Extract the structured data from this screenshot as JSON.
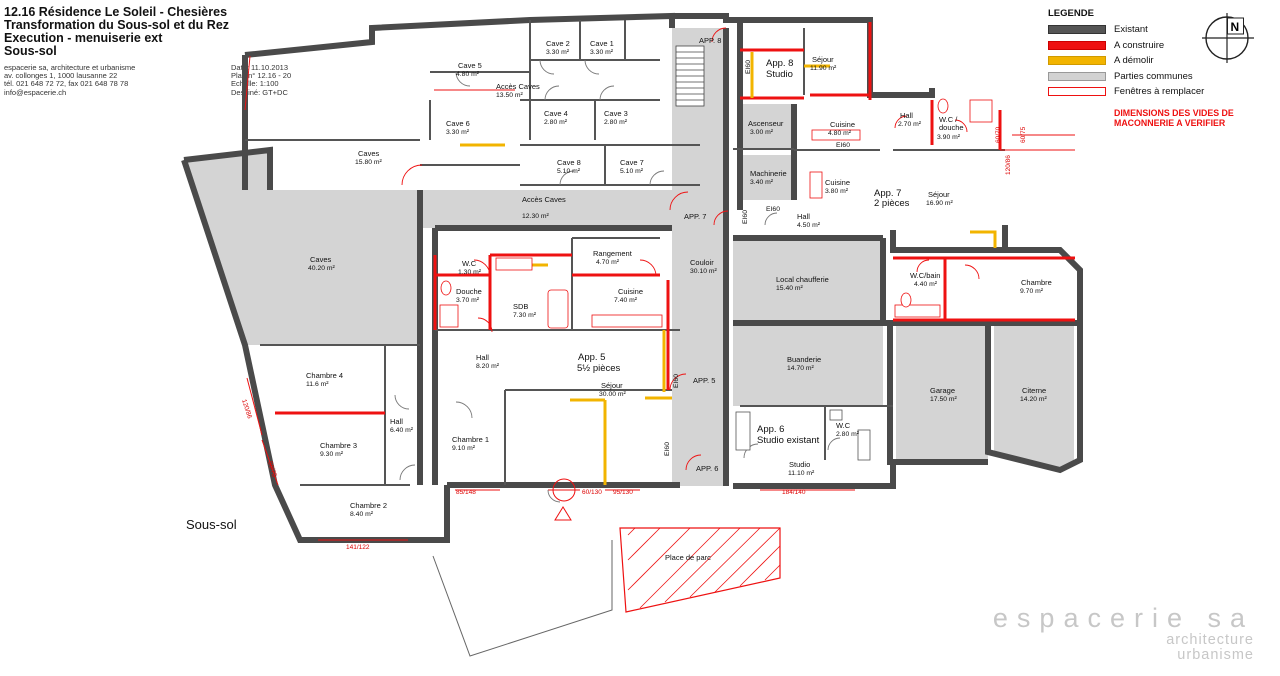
{
  "header": {
    "line1": "12.16 Résidence Le Soleil - Chesières",
    "line2": "Transformation du Sous-sol et du Rez",
    "line3": "Execution - menuiserie ext",
    "line4": "Sous-sol"
  },
  "office": {
    "name": "espacerie sa, architecture et urbanisme",
    "address": "av. collonges 1, 1000 lausanne 22",
    "phone": "tél. 021 648 72 72,  fax 021 648 78 78",
    "email": "info@espacerie.ch"
  },
  "drawing_meta": {
    "date": "Date: 11.10.2013",
    "plan": "Plan n° 12.16 - 20",
    "scale": "Echelle: 1:100",
    "drawn": "Dessiné: GT+DC"
  },
  "legend": {
    "title": "LEGENDE",
    "items": [
      {
        "label": "Existant",
        "color": "#555555"
      },
      {
        "label": "A construire",
        "color": "#ee1111"
      },
      {
        "label": "A démolir",
        "color": "#f2b400"
      },
      {
        "label": "Parties communes",
        "color": "#d2d2d2"
      },
      {
        "label": "Fenêtres à remplacer",
        "color": "#ffffff"
      }
    ]
  },
  "warning": {
    "line1": "DIMENSIONS DES VIDES DE",
    "line2": "MACONNERIE A VERIFIER"
  },
  "compass": {
    "label": "N"
  },
  "plan_label": "Sous-sol",
  "brand": {
    "name": "espacerie sa",
    "line2": "architecture",
    "line3": "urbanisme"
  },
  "rooms": {
    "cave5": {
      "name": "Cave 5",
      "area": "4.80 m²"
    },
    "cave2": {
      "name": "Cave 2",
      "area": "3.30 m²"
    },
    "cave1": {
      "name": "Cave 1",
      "area": "3.30 m²"
    },
    "acces1": {
      "name": "Accès Caves",
      "area": "13.50 m²"
    },
    "cave6": {
      "name": "Cave 6",
      "area": "3.30 m²"
    },
    "cave4": {
      "name": "Cave 4",
      "area": "2.80 m²"
    },
    "cave3": {
      "name": "Cave 3",
      "area": "2.80 m²"
    },
    "caves_a": {
      "name": "Caves",
      "area": "15.80 m²"
    },
    "cave8": {
      "name": "Cave 8",
      "area": "5.10 m²"
    },
    "cave7": {
      "name": "Cave 7",
      "area": "5.10 m²"
    },
    "acces2": {
      "name": "Accès Caves",
      "area": "12.30 m²"
    },
    "caves_b": {
      "name": "Caves",
      "area": "40.20 m²"
    },
    "wc5": {
      "name": "W.C",
      "area": "1.30 m²"
    },
    "douche5": {
      "name": "Douche",
      "area": "3.70 m²"
    },
    "sdb": {
      "name": "SDB",
      "area": "7.30 m²"
    },
    "rangement": {
      "name": "Rangement",
      "area": "4.70 m²"
    },
    "cuisine5": {
      "name": "Cuisine",
      "area": "7.40 m²"
    },
    "couloir": {
      "name": "Couloir",
      "area": "30.10 m²"
    },
    "hall5": {
      "name": "Hall",
      "area": "8.20 m²"
    },
    "sejour5": {
      "name": "Séjour",
      "area": "30.00 m²"
    },
    "ch4": {
      "name": "Chambre 4",
      "area": "11.6 m²"
    },
    "hallw": {
      "name": "Hall",
      "area": "6.40 m²"
    },
    "ch3": {
      "name": "Chambre 3",
      "area": "9.30 m²"
    },
    "ch1": {
      "name": "Chambre 1",
      "area": "9.10 m²"
    },
    "ch2": {
      "name": "Chambre 2",
      "area": "8.40 m²"
    },
    "sejour8": {
      "name": "Séjour",
      "area": "11.90 m²"
    },
    "ascenseur": {
      "name": "Ascenseur",
      "area": "3.00 m²"
    },
    "cuisine8": {
      "name": "Cuisine",
      "area": "4.80 m²"
    },
    "hall_r": {
      "name": "Hall",
      "area": "2.70 m²"
    },
    "wcdouche": {
      "name": "W.C /",
      "name2": "douche",
      "area": "3.90 m²"
    },
    "machinerie": {
      "name": "Machinerie",
      "area": "3.40 m²"
    },
    "cuisine7": {
      "name": "Cuisine",
      "area": "3.80 m²"
    },
    "sejour7": {
      "name": "Séjour",
      "area": "16.90 m²"
    },
    "hall7": {
      "name": "Hall",
      "area": "4.50 m²"
    },
    "chauff": {
      "name": "Local chaufferie",
      "area": "15.40 m²"
    },
    "wcbain": {
      "name": "W.C/bain",
      "area": "4.40 m²"
    },
    "chambre7": {
      "name": "Chambre",
      "area": "9.70 m²"
    },
    "buanderie": {
      "name": "Buanderie",
      "area": "14.70 m²"
    },
    "garage": {
      "name": "Garage",
      "area": "17.50 m²"
    },
    "citerne": {
      "name": "Citerne",
      "area": "14.20 m²"
    },
    "wc6": {
      "name": "W.C",
      "area": "2.80 m²"
    },
    "studio": {
      "name": "Studio",
      "area": "11.10 m²"
    },
    "parc": {
      "name": "Place de parc"
    }
  },
  "apartments": {
    "app8a": "App. 8",
    "app8b": "Studio",
    "app7a": "App. 7",
    "app7b": "2 pièces",
    "app5a": "App. 5",
    "app5b": "5½  pièces",
    "app6a": "App. 6",
    "app6b": "Studio existant"
  },
  "entries": {
    "e8": "APP. 8",
    "e7": "APP. 7",
    "e5": "APP. 5",
    "e6": "APP. 6"
  },
  "fire_labels": {
    "a": "EI60",
    "b": "EI60",
    "c": "EI60",
    "d": "EI60",
    "e": "EI60",
    "f": "EI60"
  },
  "dimensions": {
    "d1": "85/148",
    "d2": "60/130",
    "d3": "95/130",
    "d4": "184/140",
    "d5": "141/122",
    "d6": "120/86",
    "d7": "90/75",
    "d8": "120/86",
    "d9": "60/70",
    "d10": "60/75"
  }
}
